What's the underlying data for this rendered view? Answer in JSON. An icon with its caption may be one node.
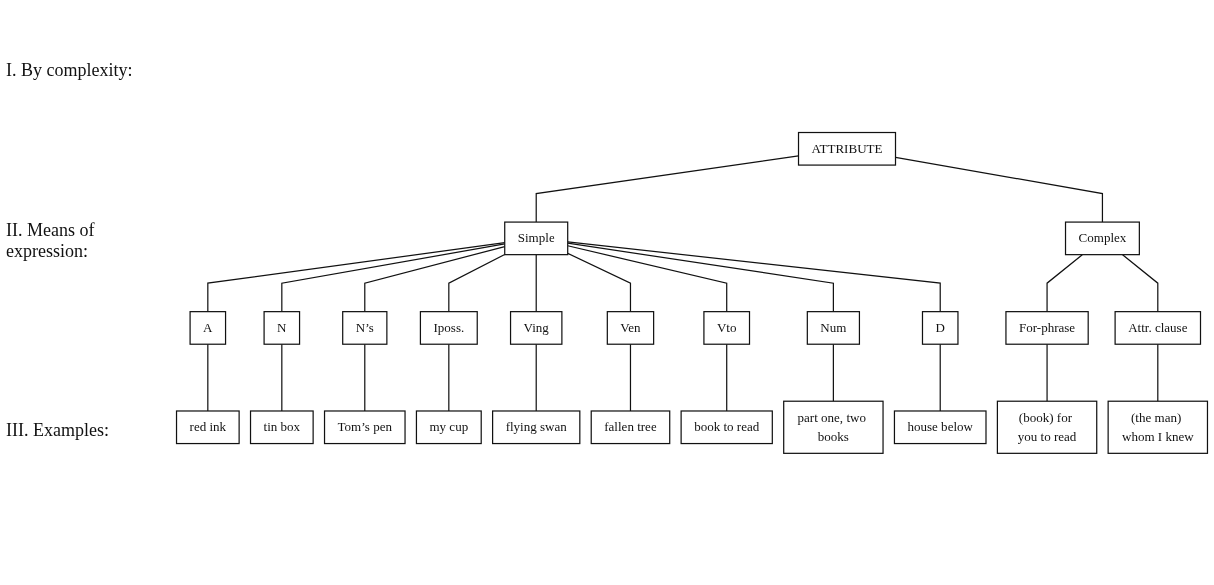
{
  "diagram": {
    "nodes": [
      {
        "text": [
          "ATTRIBUTE"
        ]
      },
      {
        "text": [
          "Simple"
        ]
      },
      {
        "text": [
          "Complex"
        ]
      },
      {
        "text": [
          "A"
        ]
      },
      {
        "text": [
          "N"
        ]
      },
      {
        "text": [
          "N’s"
        ]
      },
      {
        "text": [
          "Iposs."
        ]
      },
      {
        "text": [
          "Ving"
        ]
      },
      {
        "text": [
          "Ven"
        ]
      },
      {
        "text": [
          "Vto"
        ]
      },
      {
        "text": [
          "Num"
        ]
      },
      {
        "text": [
          "D"
        ]
      },
      {
        "text": [
          "For-phrase"
        ]
      },
      {
        "text": [
          "Attr. clause"
        ]
      },
      {
        "text": [
          "red ink"
        ]
      },
      {
        "text": [
          "tin box"
        ]
      },
      {
        "text": [
          "Tom’s pen"
        ]
      },
      {
        "text": [
          "my cup"
        ]
      },
      {
        "text": [
          "flying swan"
        ]
      },
      {
        "text": [
          "fallen tree"
        ]
      },
      {
        "text": [
          "book to read"
        ]
      },
      {
        "text": [
          "part one, two books"
        ]
      },
      {
        "text": [
          "house below"
        ]
      },
      {
        "text": [
          "(book) for you to read"
        ]
      },
      {
        "text": [
          "(the man) whom I knew"
        ]
      }
    ],
    "edges": [
      {
        "from": 0,
        "to": 1,
        "arrow": "none"
      },
      {
        "from": 0,
        "to": 2,
        "arrow": "none"
      },
      {
        "from": 1,
        "to": 3,
        "arrow": "none"
      },
      {
        "from": 1,
        "to": 4,
        "arrow": "none"
      },
      {
        "from": 1,
        "to": 5,
        "arrow": "none"
      },
      {
        "from": 1,
        "to": 6,
        "arrow": "none"
      },
      {
        "from": 1,
        "to": 7,
        "arrow": "none"
      },
      {
        "from": 1,
        "to": 8,
        "arrow": "none"
      },
      {
        "from": 1,
        "to": 9,
        "arrow": "none"
      },
      {
        "from": 1,
        "to": 10,
        "arrow": "none"
      },
      {
        "from": 1,
        "to": 11,
        "arrow": "none"
      },
      {
        "from": 2,
        "to": 12,
        "arrow": "none"
      },
      {
        "from": 2,
        "to": 13,
        "arrow": "none"
      },
      {
        "from": 3,
        "to": 14,
        "arrow": "none"
      },
      {
        "from": 4,
        "to": 15,
        "arrow": "none"
      },
      {
        "from": 5,
        "to": 16,
        "arrow": "none"
      },
      {
        "from": 6,
        "to": 17,
        "arrow": "none"
      },
      {
        "from": 7,
        "to": 18,
        "arrow": "none"
      },
      {
        "from": 8,
        "to": 19,
        "arrow": "none"
      },
      {
        "from": 9,
        "to": 20,
        "arrow": "none"
      },
      {
        "from": 10,
        "to": 21,
        "arrow": "none"
      },
      {
        "from": 11,
        "to": 22,
        "arrow": "none"
      },
      {
        "from": 12,
        "to": 23,
        "arrow": "none"
      },
      {
        "from": 13,
        "to": 24,
        "arrow": "none"
      }
    ],
    "labels": [
      "I. By complexity:",
      "II. Means of expression:",
      "III. Examples:"
    ]
  }
}
